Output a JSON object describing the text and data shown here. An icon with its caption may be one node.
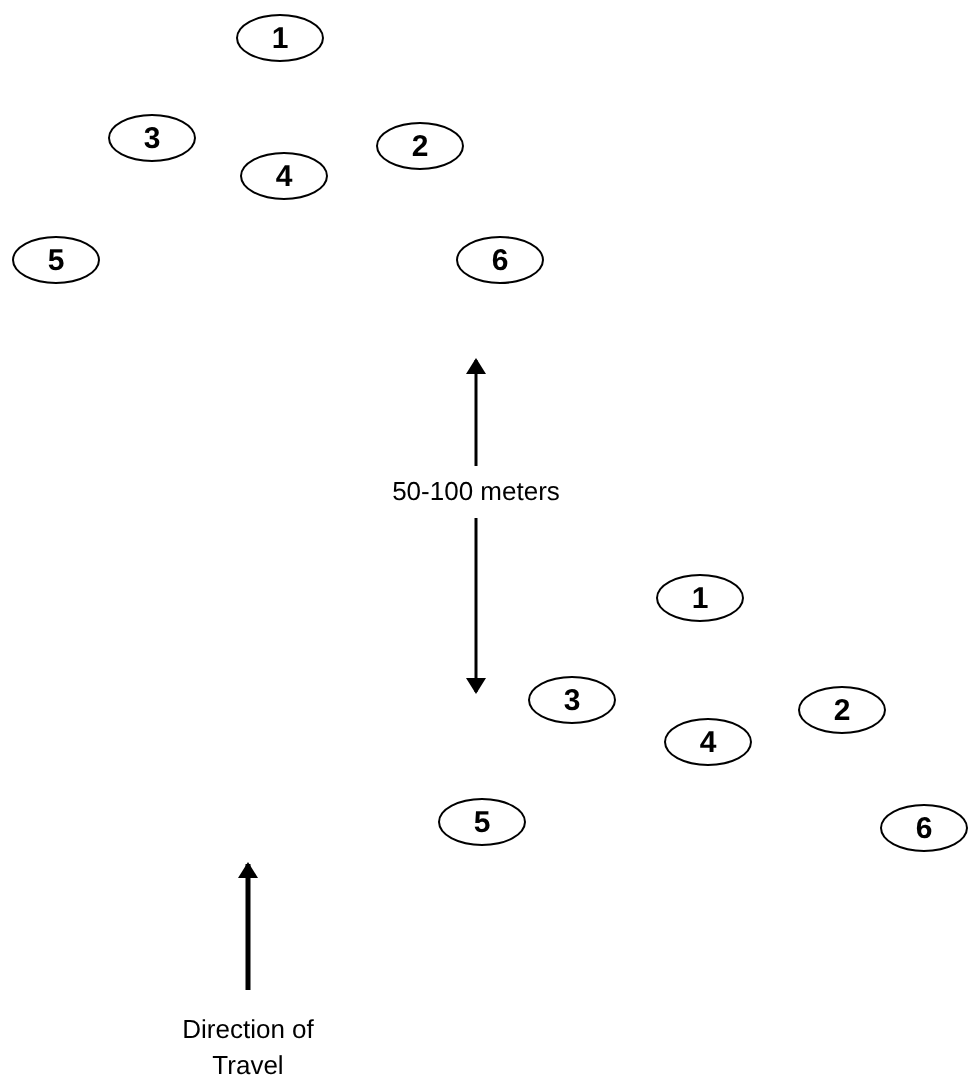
{
  "diagram": {
    "nodes": [
      {
        "text": [
          "1"
        ]
      },
      {
        "text": [
          "3"
        ]
      },
      {
        "text": [
          "4"
        ]
      },
      {
        "text": [
          "2"
        ]
      },
      {
        "text": [
          "5"
        ]
      },
      {
        "text": [
          "6"
        ]
      },
      {
        "text": [
          "1"
        ]
      },
      {
        "text": [
          "3"
        ]
      },
      {
        "text": [
          "4"
        ]
      },
      {
        "text": [
          "2"
        ]
      },
      {
        "text": [
          "5"
        ]
      },
      {
        "text": [
          "6"
        ]
      }
    ],
    "labels": [
      "50-100 meters",
      "Direction of Travel"
    ]
  }
}
